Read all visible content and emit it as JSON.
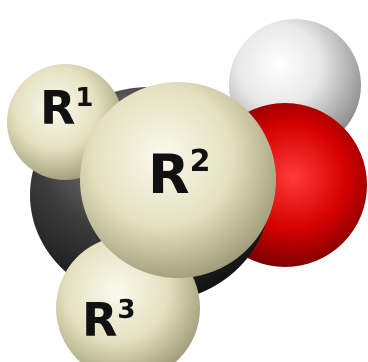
{
  "figure": {
    "labels": {
      "r1": {
        "base": "R",
        "superscript": "1"
      },
      "r2": {
        "base": "R",
        "superscript": "2"
      },
      "r3": {
        "base": "R",
        "superscript": "3"
      }
    },
    "atoms": [
      {
        "name": "hydrogen-atom",
        "element": "H",
        "color": "#f2f2f2"
      },
      {
        "name": "oxygen-atom",
        "element": "O",
        "color": "#e00000"
      },
      {
        "name": "carbon-atom",
        "element": "C",
        "color": "#3a3a3a"
      },
      {
        "name": "r1-group",
        "element": "R1",
        "color": "#e6e2c2"
      },
      {
        "name": "r3-group",
        "element": "R3",
        "color": "#e6e2c2"
      },
      {
        "name": "r2-group",
        "element": "R2",
        "color": "#e6e2c2"
      }
    ],
    "background_color": "#ffffff"
  }
}
